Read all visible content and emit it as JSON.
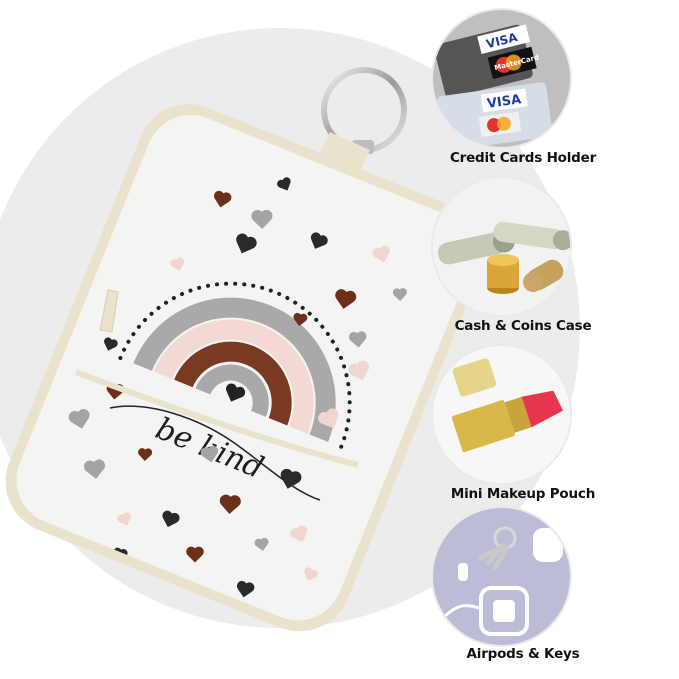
{
  "product": {
    "print_text": "be kind",
    "colors": {
      "fabric": "#f4f4f2",
      "zipper": "#e9e2cd",
      "rainbow_outer": "#a9a9ab",
      "rainbow_pink": "#f3d9d4",
      "rainbow_brown": "#7a3a22",
      "rainbow_inner": "#a9a9ab",
      "heart_dark": "#2a2a2a",
      "heart_brown": "#6b2f1a",
      "heart_grey": "#a4a4a4",
      "heart_pink": "#f0d6d0"
    }
  },
  "features": [
    {
      "label": "Credit Cards Holder",
      "icon": "credit-cards-icon"
    },
    {
      "label": "Cash & Coins Case",
      "icon": "cash-coins-icon"
    },
    {
      "label": "Mini Makeup Pouch",
      "icon": "lipstick-icon"
    },
    {
      "label": "Airpods & Keys",
      "icon": "airpods-keys-icon"
    }
  ],
  "cards": {
    "visa": "VISA",
    "mastercard": "MasterCard"
  }
}
